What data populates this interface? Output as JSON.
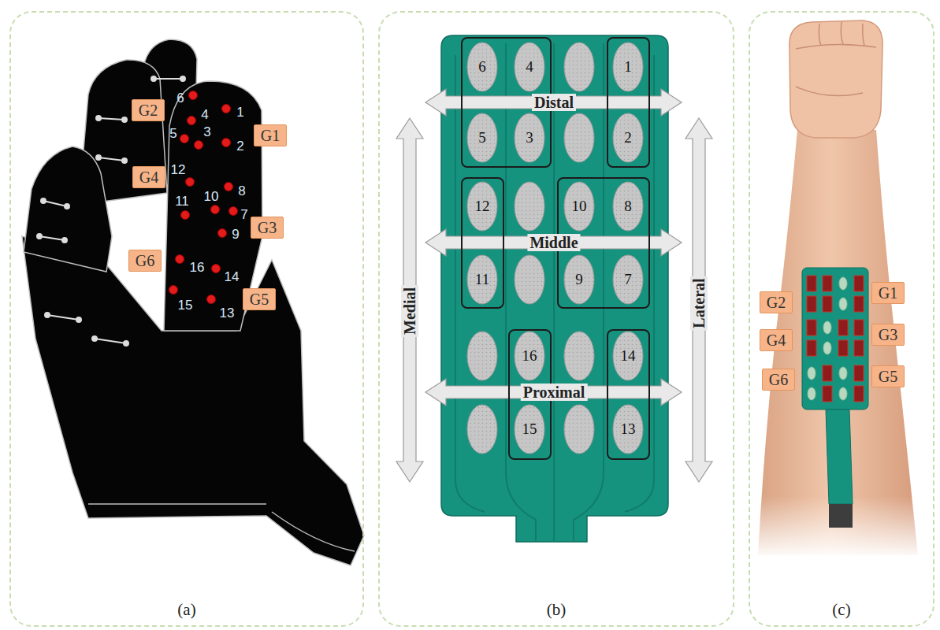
{
  "diagram": {
    "nodes": [
      {
        "text": [
          "(a)"
        ]
      },
      {
        "text": [
          "(b)"
        ]
      },
      {
        "text": [
          "(c)"
        ]
      },
      {
        "text": [
          "G2"
        ],
        "in": 0
      },
      {
        "text": [
          "G1"
        ],
        "in": 0
      },
      {
        "text": [
          "G4"
        ],
        "in": 0
      },
      {
        "text": [
          "G3"
        ],
        "in": 0
      },
      {
        "text": [
          "G6"
        ],
        "in": 0
      },
      {
        "text": [
          "G5"
        ],
        "in": 0
      },
      {
        "text": [
          "6",
          "4",
          "5",
          "3"
        ],
        "in": 1
      },
      {
        "text": [
          "1",
          "2"
        ],
        "in": 1
      },
      {
        "text": [
          "12",
          "11"
        ],
        "in": 1
      },
      {
        "text": [
          "10",
          "8",
          "9",
          "7"
        ],
        "in": 1
      },
      {
        "text": [
          "16",
          "15"
        ],
        "in": 1
      },
      {
        "text": [
          "14",
          "13"
        ],
        "in": 1
      },
      {
        "text": [
          "G2"
        ],
        "in": 2
      },
      {
        "text": [
          "G1"
        ],
        "in": 2
      },
      {
        "text": [
          "G4"
        ],
        "in": 2
      },
      {
        "text": [
          "G3"
        ],
        "in": 2
      },
      {
        "text": [
          "G6"
        ],
        "in": 2
      },
      {
        "text": [
          "G5"
        ],
        "in": 2
      }
    ],
    "labels": [
      "6",
      "4",
      "1",
      "5",
      "3",
      "2",
      "12",
      "8",
      "10",
      "7",
      "11",
      "9",
      "16",
      "14",
      "15",
      "13",
      "Distal",
      "Medial",
      "Lateral",
      "Middle",
      "Proximal"
    ]
  }
}
